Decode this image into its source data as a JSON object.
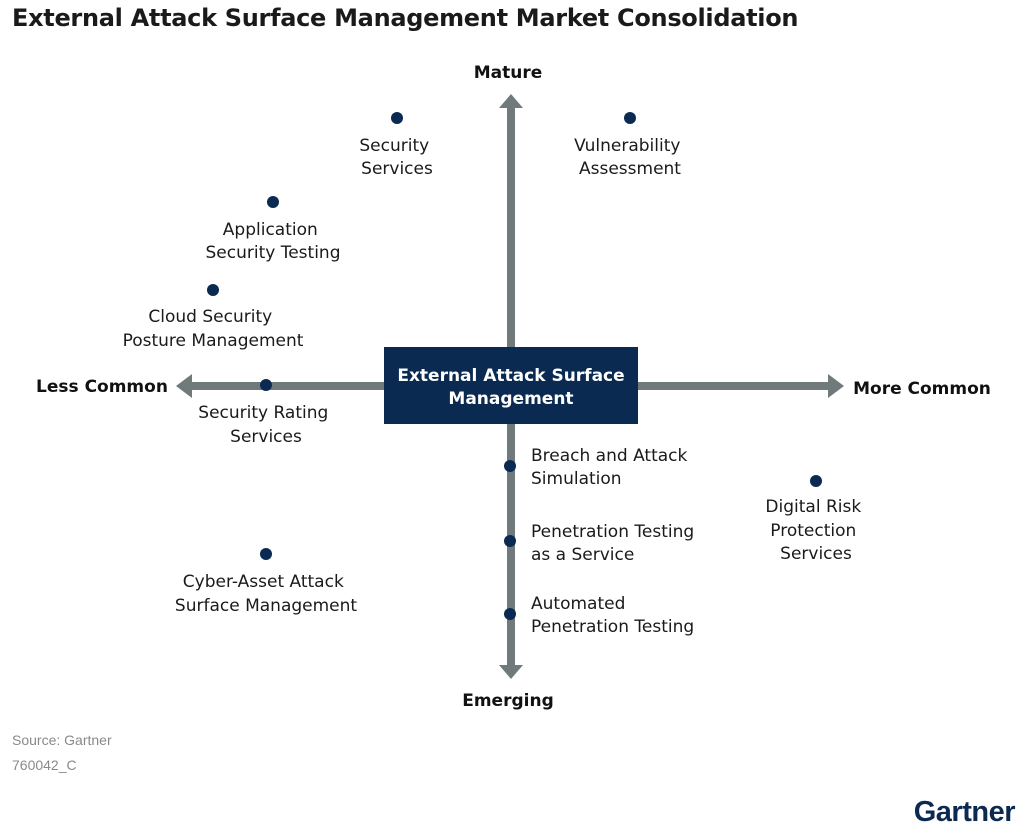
{
  "title": "External Attack Surface Management Market Consolidation",
  "axes": {
    "top": "Mature",
    "bottom": "Emerging",
    "left": "Less Common",
    "right": "More Common"
  },
  "center": {
    "lines": [
      "External Attack Surface",
      "Management"
    ]
  },
  "items": [
    {
      "name": "security-services",
      "lines": [
        "Security",
        "Services"
      ]
    },
    {
      "name": "vulnerability-assessment",
      "lines": [
        "Vulnerability",
        "Assessment"
      ]
    },
    {
      "name": "application-security-testing",
      "lines": [
        "Application",
        "Security Testing"
      ]
    },
    {
      "name": "cloud-security-posture-management",
      "lines": [
        "Cloud Security",
        "Posture Management"
      ]
    },
    {
      "name": "security-rating-services",
      "lines": [
        "Security Rating",
        "Services"
      ]
    },
    {
      "name": "breach-and-attack-simulation",
      "lines": [
        "Breach and Attack",
        "Simulation"
      ]
    },
    {
      "name": "penetration-testing-as-a-service",
      "lines": [
        "Penetration Testing",
        "as a Service"
      ]
    },
    {
      "name": "automated-penetration-testing",
      "lines": [
        "Automated",
        "Penetration Testing"
      ]
    },
    {
      "name": "digital-risk-protection-services",
      "lines": [
        "Digital Risk",
        "Protection",
        "Services"
      ]
    },
    {
      "name": "cyber-asset-attack-surface-management",
      "lines": [
        "Cyber-Asset Attack",
        "Surface Management"
      ]
    }
  ],
  "footer": {
    "source": "Source: Gartner",
    "code": "760042_C"
  },
  "logo": "Gartner",
  "colors": {
    "navy": "#0b2a52",
    "axis_gray": "#707a7a"
  }
}
